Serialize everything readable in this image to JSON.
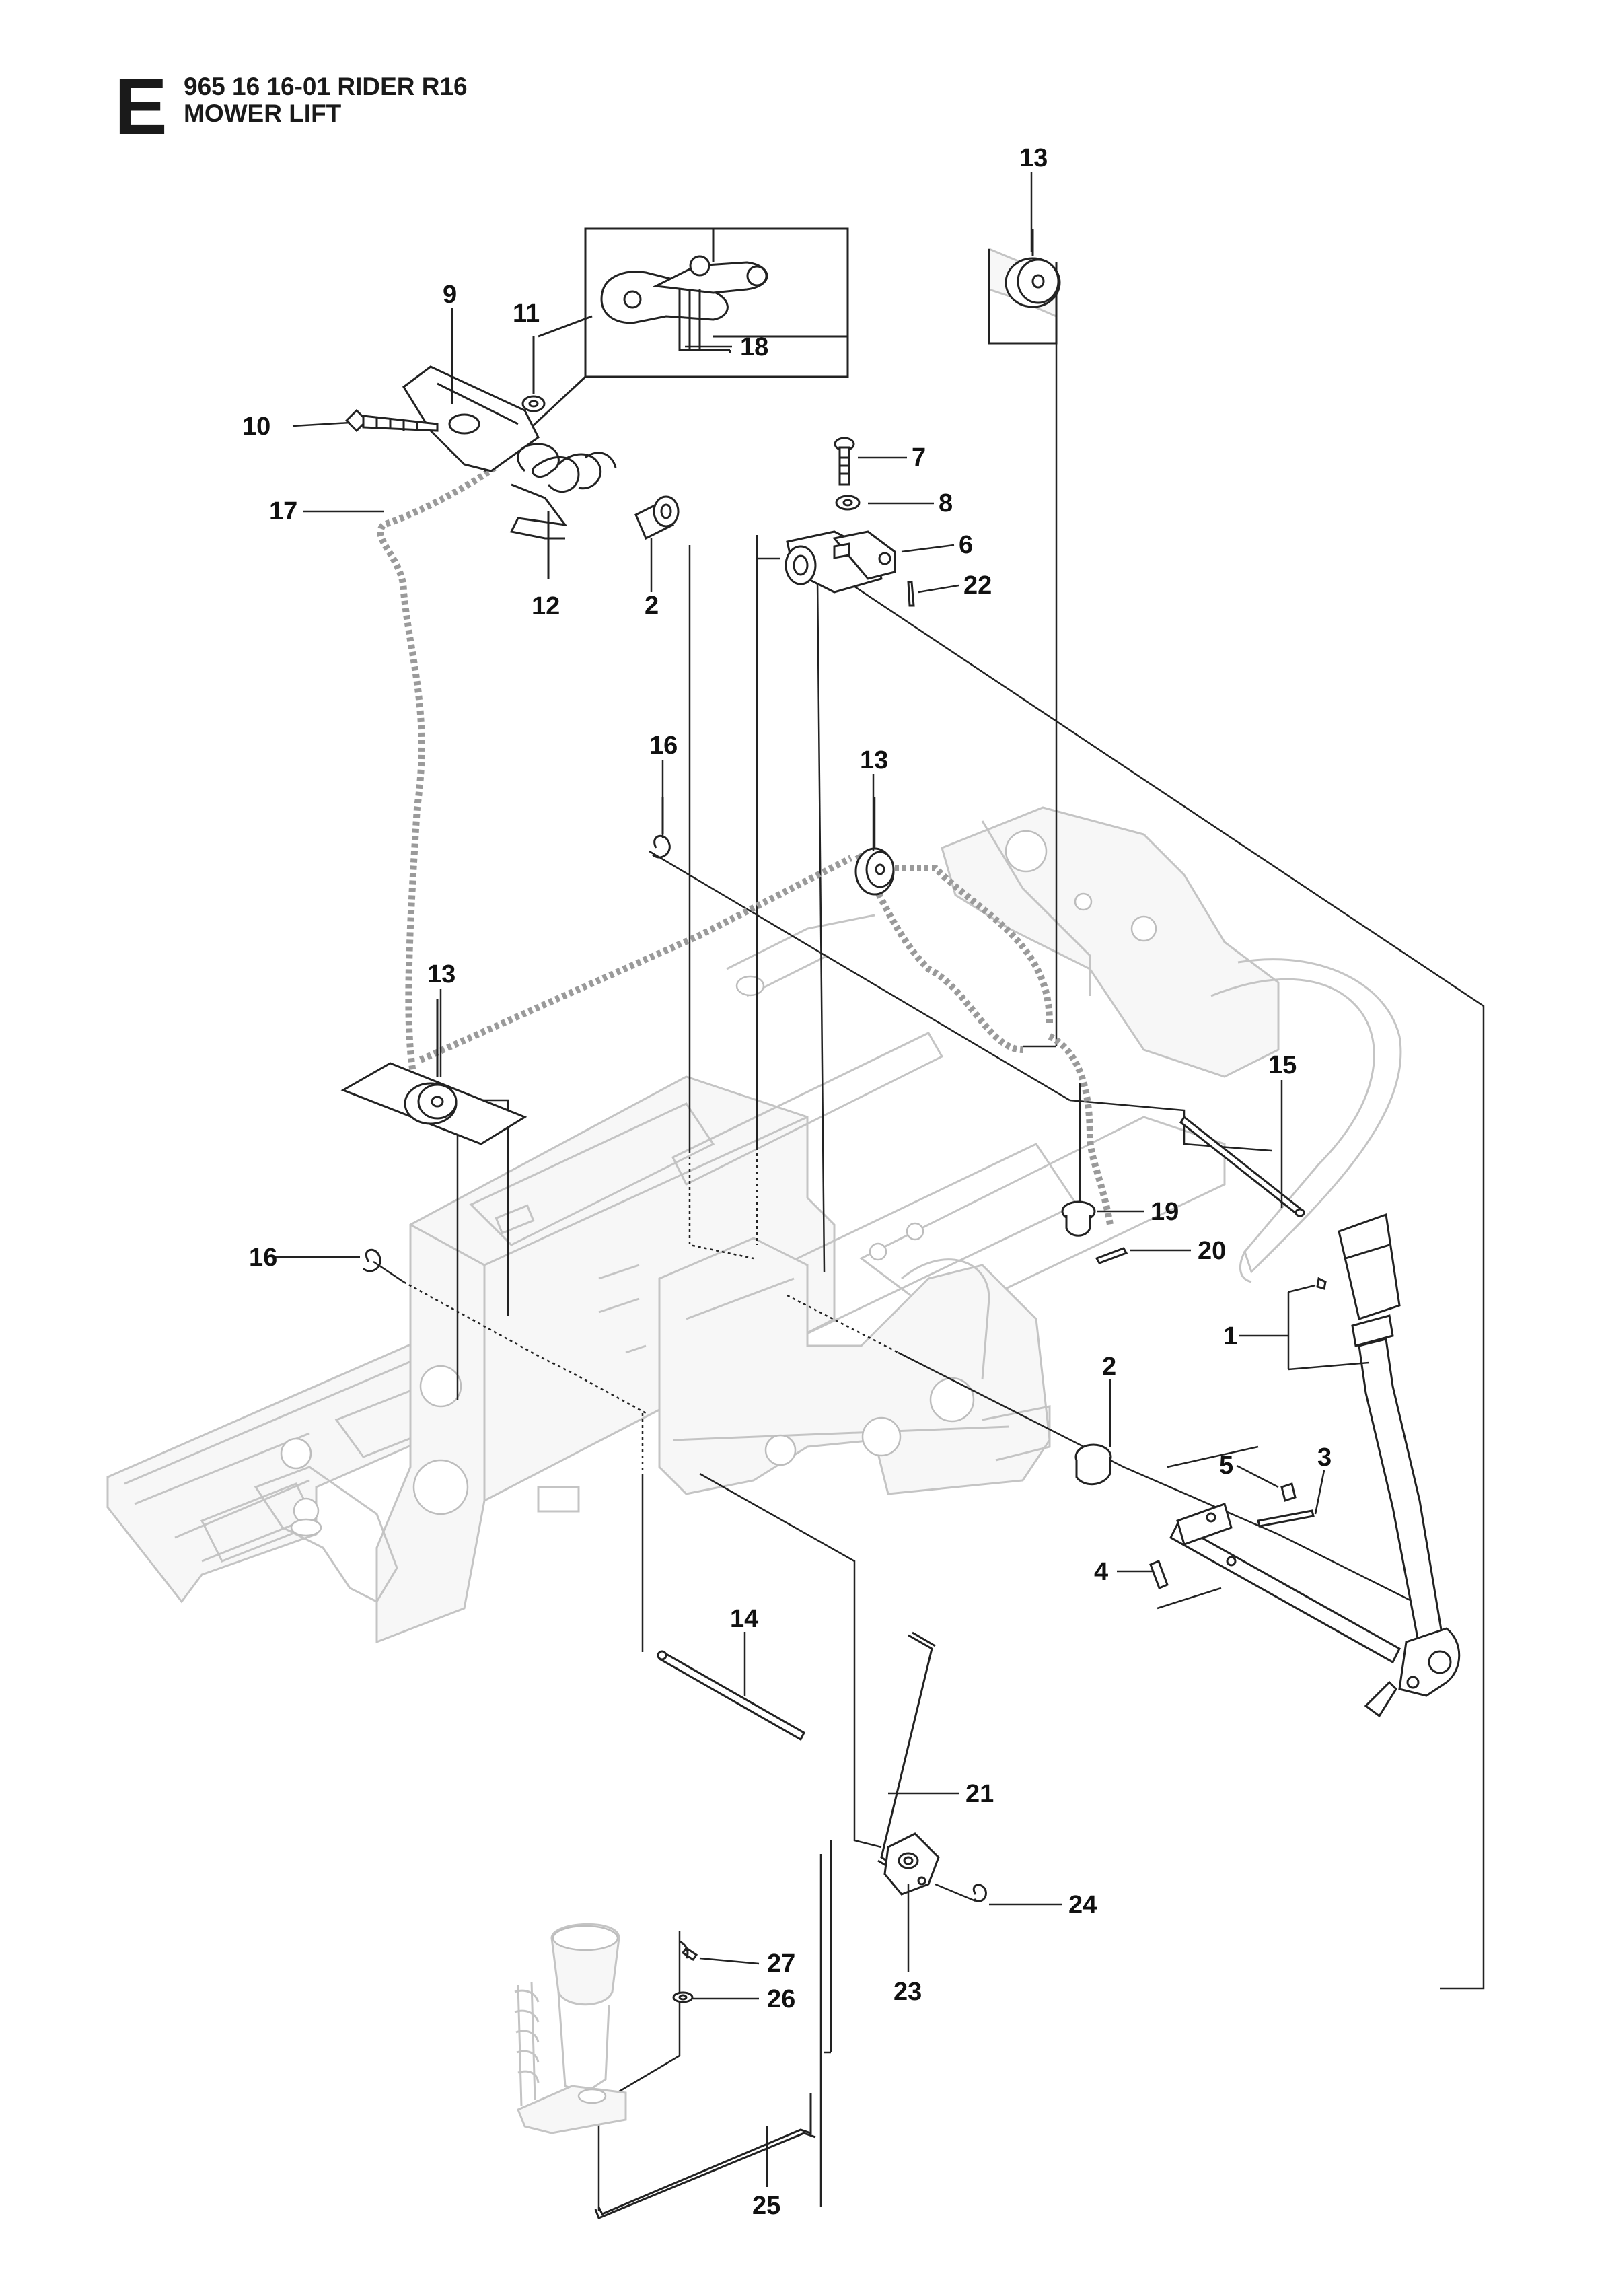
{
  "header": {
    "section_letter": "E",
    "part_number_model": "965 16 16-01 RIDER R16",
    "assembly_name": "MOWER LIFT"
  },
  "callouts": {
    "c1": "1",
    "c2a": "2",
    "c2b": "2",
    "c3": "3",
    "c4": "4",
    "c5": "5",
    "c6": "6",
    "c7": "7",
    "c8": "8",
    "c9": "9",
    "c10": "10",
    "c11": "11",
    "c12": "12",
    "c13a": "13",
    "c13b": "13",
    "c13c": "13",
    "c14": "14",
    "c15": "15",
    "c16a": "16",
    "c16b": "16",
    "c17": "17",
    "c18": "18",
    "c19": "19",
    "c20": "20",
    "c21": "21",
    "c22": "22",
    "c23": "23",
    "c24": "24",
    "c25": "25",
    "c26": "26",
    "c27": "27"
  }
}
